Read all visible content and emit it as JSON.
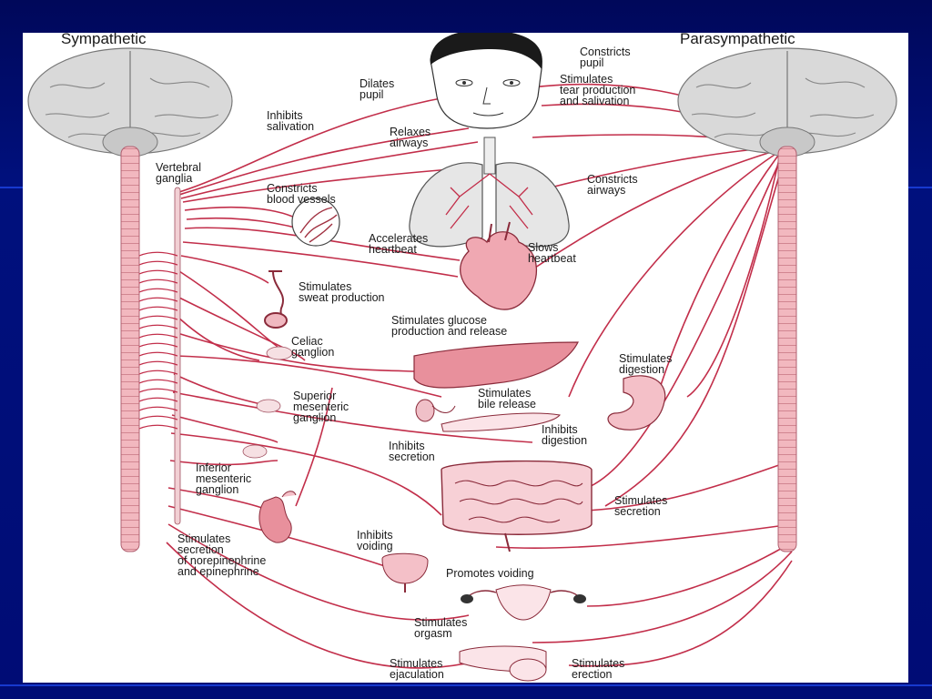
{
  "colors": {
    "background": "#000c75",
    "nerve": "#c22e4a",
    "organ": "#f4c0c8",
    "cord": "#f0b4bc",
    "brain": "#d6d6d6"
  },
  "titles": {
    "left": "Sympathetic",
    "right": "Parasympathetic"
  },
  "labels": {
    "dilates_pupil": [
      "Dilates",
      "pupil"
    ],
    "constricts_pupil": [
      "Constricts",
      "pupil"
    ],
    "stimulates_tears": [
      "Stimulates",
      "tear production",
      "and salivation"
    ],
    "inhibits_salivation": [
      "Inhibits",
      "salivation"
    ],
    "relaxes_airways": [
      "Relaxes",
      "airways"
    ],
    "vertebral_ganglia": [
      "Vertebral",
      "ganglia"
    ],
    "constricts_blood_vessels": [
      "Constricts",
      "blood vessels"
    ],
    "constricts_airways": [
      "Constricts",
      "airways"
    ],
    "accelerates_heartbeat": [
      "Accelerates",
      "heartbeat"
    ],
    "slows_heartbeat": [
      "Slows",
      "heartbeat"
    ],
    "stimulates_sweat": [
      "Stimulates",
      "sweat production"
    ],
    "stimulates_glucose": [
      "Stimulates glucose",
      "production and release"
    ],
    "celiac_ganglion": [
      "Celiac",
      "ganglion"
    ],
    "stimulates_digestion": [
      "Stimulates",
      "digestion"
    ],
    "stimulates_bile": [
      "Stimulates",
      "bile release"
    ],
    "superior_mesenteric": [
      "Superior",
      "mesenteric",
      "ganglion"
    ],
    "inhibits_digestion": [
      "Inhibits",
      "digestion"
    ],
    "inhibits_secretion": [
      "Inhibits",
      "secretion"
    ],
    "inferior_mesenteric": [
      "Inferior",
      "mesenteric",
      "ganglion"
    ],
    "stimulates_secretion": [
      "Stimulates",
      "secretion"
    ],
    "stimulates_norepinephrine": [
      "Stimulates",
      "secretion",
      "of norepinephrine",
      "and epinephrine"
    ],
    "inhibits_voiding": [
      "Inhibits",
      "voiding"
    ],
    "promotes_voiding": [
      "Promotes voiding"
    ],
    "stimulates_orgasm": [
      "Stimulates",
      "orgasm"
    ],
    "stimulates_ejaculation": [
      "Stimulates",
      "ejaculation"
    ],
    "stimulates_erection": [
      "Stimulates",
      "erection"
    ]
  }
}
